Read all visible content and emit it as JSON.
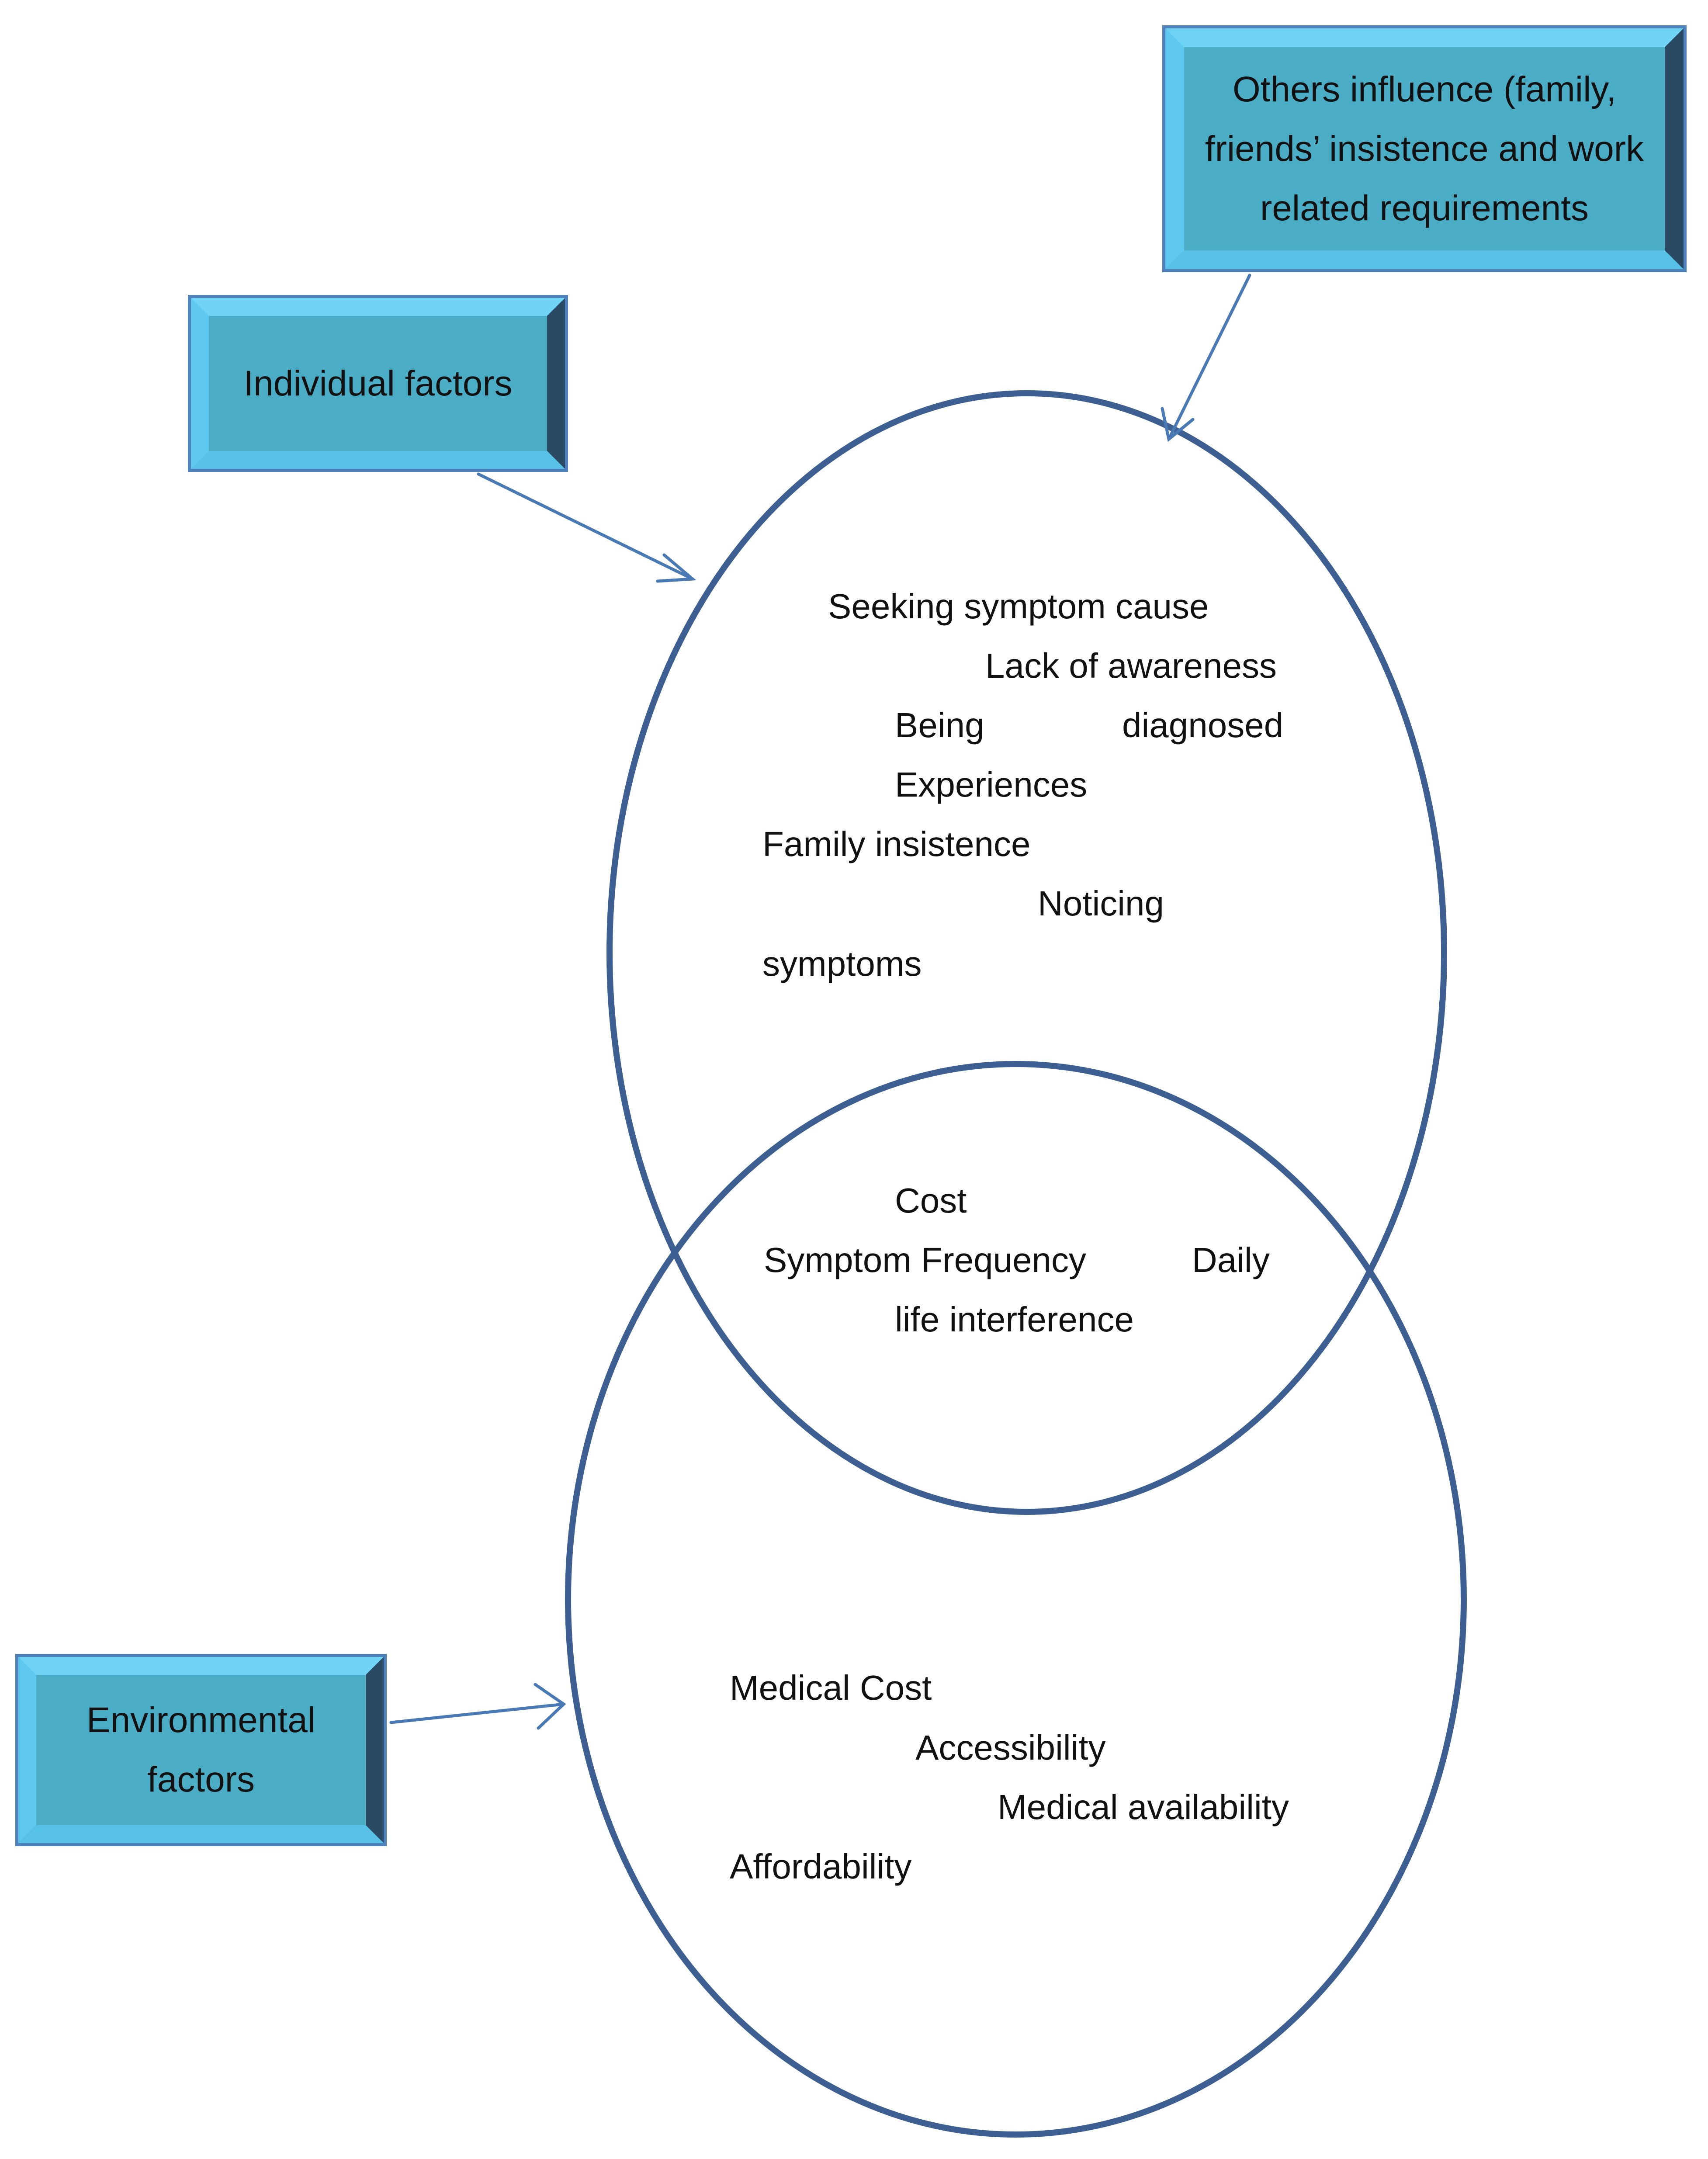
{
  "diagram": {
    "boxes": {
      "others_influence": "Others influence (family, friends’ insistence and work related requirements",
      "individual_factors": "Individual factors",
      "environmental_factors": "Environmental factors"
    },
    "upper_circle": {
      "lines": [
        "Seeking symptom cause",
        "Lack of awareness",
        "Being",
        "diagnosed",
        "Experiences",
        "Family insistence",
        "Noticing",
        "symptoms"
      ]
    },
    "overlap": {
      "lines": [
        "Cost",
        "Symptom Frequency",
        "Daily",
        "life interference"
      ]
    },
    "lower_circle": {
      "lines": [
        "Medical Cost",
        "Accessibility",
        "Medical availability",
        "Affordability"
      ]
    },
    "colors": {
      "box_fill": "#4bacc6",
      "box_border": "#4f81bd",
      "circle_stroke": "#3d5f91",
      "arrow_stroke": "#4a7ab5"
    }
  }
}
